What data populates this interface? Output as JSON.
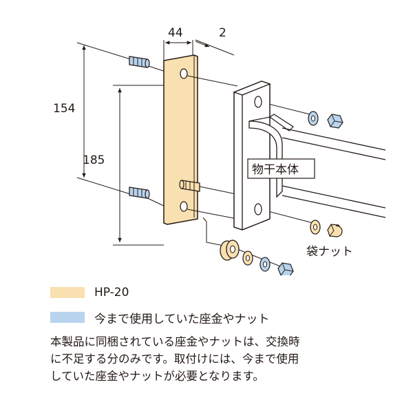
{
  "dimensions": {
    "width_44": "44",
    "thickness_2": "2",
    "height_154": "154",
    "height_185": "185"
  },
  "labels": {
    "main_body": "物干本体",
    "cap_nut": "袋ナット"
  },
  "legend": [
    {
      "text": "HP-20",
      "color": "#f8e0b0"
    },
    {
      "text": "今まで使用していた座金やナット",
      "color": "#b8d4ee"
    }
  ],
  "note": {
    "lines": [
      "本製品に同梱されている座金やナットは、交換時",
      "に不足する分のみです。取付けには、今まで使用",
      "していた座金やナットが必要となります。"
    ]
  },
  "colors": {
    "plate": "#f8e0b0",
    "existing_parts": "#b8d4ee",
    "outline": "#231815"
  }
}
